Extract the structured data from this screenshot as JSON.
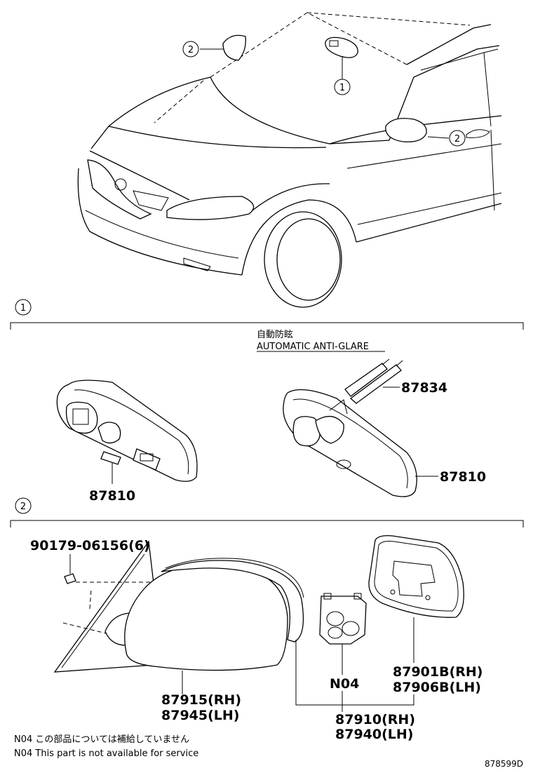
{
  "callouts": {
    "c1": "1",
    "c2": "2"
  },
  "section1": {
    "label": "1",
    "caption_jp": "自動防眩",
    "caption_en": "AUTOMATIC ANTI-GLARE",
    "part_left": "87810",
    "part_right_top": "87834",
    "part_right": "87810"
  },
  "section2": {
    "label": "2",
    "bolt": "90179-06156(6)",
    "cover_rh": "87915(RH)",
    "cover_lh": "87945(LH)",
    "motor": "N04",
    "glass_rh": "87901B(RH)",
    "glass_lh": "87906B(LH)",
    "assy_rh": "87910(RH)",
    "assy_lh": "87940(LH)"
  },
  "notes": {
    "jp": "N04 この部品については補給していません",
    "en": "N04 This part is not available for service"
  },
  "ref_code": "878599D"
}
